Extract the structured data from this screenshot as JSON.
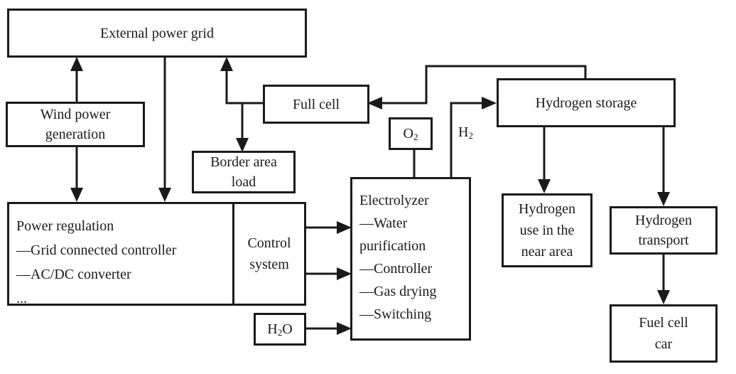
{
  "diagram": {
    "title": "Wind power hydrogen production system",
    "nodes": {
      "external_grid": {
        "lines": [
          "External power grid"
        ]
      },
      "wind_power": {
        "lines": [
          "Wind power",
          "generation"
        ]
      },
      "full_cell": {
        "lines": [
          "Full cell"
        ]
      },
      "border_load": {
        "lines": [
          "Border area",
          "load"
        ]
      },
      "hydrogen_storage": {
        "lines": [
          "Hydrogen storage"
        ]
      },
      "oxygen": {
        "base": "O",
        "sub": "2"
      },
      "water": {
        "base": "H",
        "sub": "2",
        "tail": "O"
      },
      "power_regulation": {
        "lines": [
          "Power regulation",
          "—Grid connected controller",
          "—AC/DC converter",
          "..."
        ]
      },
      "control_system": {
        "lines": [
          "Control",
          "system"
        ]
      },
      "electrolyzer": {
        "lines": [
          "Electrolyzer",
          "—Water",
          "purification",
          "—Controller",
          "—Gas drying",
          "—Switching"
        ]
      },
      "hydrogen_near_use": {
        "lines": [
          "Hydrogen",
          "use in the",
          "near area"
        ]
      },
      "hydrogen_transport": {
        "lines": [
          "Hydrogen",
          "transport"
        ]
      },
      "fuel_cell_car": {
        "lines": [
          "Fuel cell",
          "car"
        ]
      }
    },
    "edge_labels": {
      "h2": {
        "base": "H",
        "sub": "2"
      }
    },
    "edges": [
      {
        "from": "wind_power",
        "to": "external_grid"
      },
      {
        "from": "wind_power",
        "to": "power_regulation"
      },
      {
        "from": "external_grid",
        "to": "power_regulation"
      },
      {
        "from": "full_cell",
        "to": "external_grid"
      },
      {
        "from": "full_cell",
        "to": "border_load"
      },
      {
        "from": "hydrogen_storage",
        "to": "full_cell"
      },
      {
        "from": "electrolyzer",
        "to": "hydrogen_storage",
        "label": "H2"
      },
      {
        "from": "electrolyzer",
        "to": "oxygen"
      },
      {
        "from": "control_system",
        "to": "electrolyzer"
      },
      {
        "from": "control_system",
        "to": "electrolyzer"
      },
      {
        "from": "water",
        "to": "electrolyzer"
      },
      {
        "from": "hydrogen_storage",
        "to": "hydrogen_near_use"
      },
      {
        "from": "hydrogen_storage",
        "to": "hydrogen_transport"
      },
      {
        "from": "hydrogen_transport",
        "to": "fuel_cell_car"
      }
    ]
  }
}
